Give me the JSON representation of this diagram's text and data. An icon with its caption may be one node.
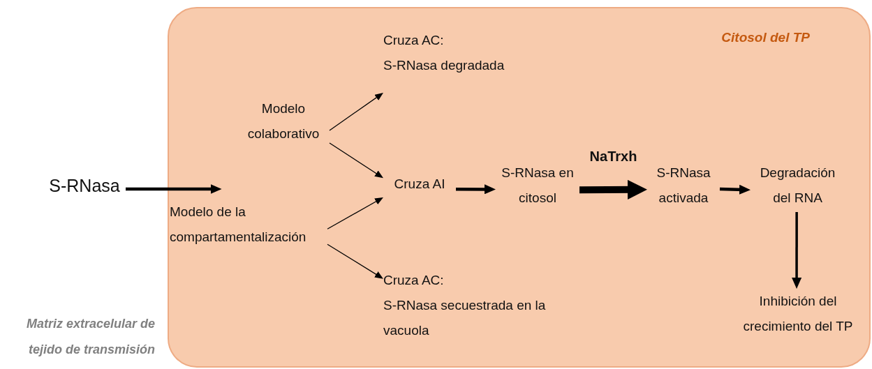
{
  "diagram": {
    "nodes": [
      {
        "text": [
          "Citosol del TP"
        ]
      },
      {
        "text": [
          "S-RNasa"
        ]
      },
      {
        "text": [
          "Modelo colaborativo"
        ],
        "in": 0
      },
      {
        "text": [
          "Modelo de la compartamentalización"
        ],
        "in": 0
      },
      {
        "text": [
          "Cruza AC:",
          "S-RNasa degradada"
        ],
        "in": 0
      },
      {
        "text": [
          "Cruza AI"
        ],
        "in": 0
      },
      {
        "text": [
          "Cruza AC:",
          "S-RNasa secuestrada en la vacuola"
        ],
        "in": 0
      },
      {
        "text": [
          "S-RNasa en citosol"
        ],
        "in": 0
      },
      {
        "text": [
          "S-RNasa activada"
        ],
        "in": 0
      },
      {
        "text": [
          "Degradación del RNA"
        ],
        "in": 0
      },
      {
        "text": [
          "Inhibición del crecimiento del TP"
        ],
        "in": 0
      }
    ],
    "edges": [
      {
        "from": 1,
        "to": 3,
        "arrow": "to"
      },
      {
        "from": 2,
        "to": 4,
        "arrow": "to"
      },
      {
        "from": 2,
        "to": 5,
        "arrow": "to"
      },
      {
        "from": 3,
        "to": 5,
        "arrow": "to"
      },
      {
        "from": 3,
        "to": 6,
        "arrow": "to"
      },
      {
        "from": 5,
        "to": 7,
        "arrow": "to"
      },
      {
        "from": 7,
        "to": 8,
        "arrow": "to",
        "label": "NaTrxh",
        "style": "thick"
      },
      {
        "from": 8,
        "to": 9,
        "arrow": "to"
      },
      {
        "from": 9,
        "to": 10,
        "arrow": "to"
      }
    ],
    "labels": [
      "Matriz extracelular de tejido de transmisión"
    ]
  }
}
